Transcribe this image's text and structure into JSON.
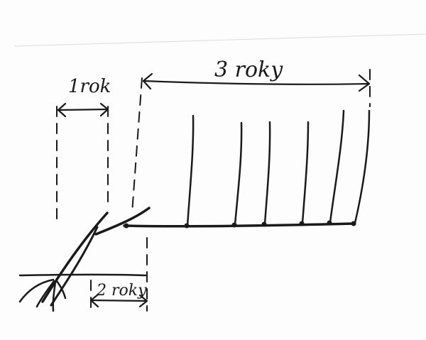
{
  "diagram": {
    "labels": {
      "left_span": "1rok",
      "top_span": "3 roky",
      "bottom_span": "2 roky"
    },
    "vertical_shoots": 6,
    "colors": {
      "ink": "#1a1a1a",
      "paper": "#fdfdfd"
    }
  }
}
